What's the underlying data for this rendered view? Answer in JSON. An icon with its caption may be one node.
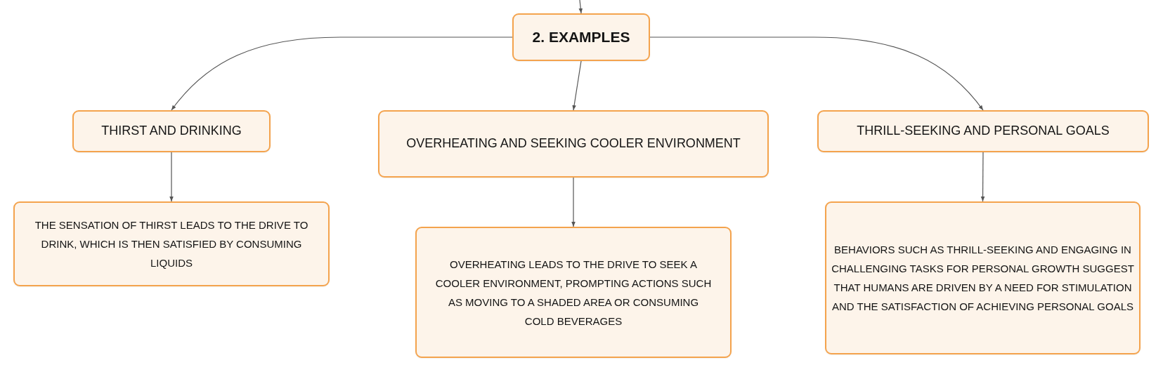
{
  "diagram": {
    "nodes": [
      {
        "text": [
          "2. EXAMPLES"
        ]
      },
      {
        "text": [
          "THIRST AND DRINKING"
        ]
      },
      {
        "text": [
          "OVERHEATING AND SEEKING COOLER ENVIRONMENT"
        ]
      },
      {
        "text": [
          "THRILL-SEEKING AND PERSONAL GOALS"
        ]
      },
      {
        "text": [
          "THE SENSATION OF THIRST LEADS TO THE DRIVE TO DRINK, WHICH IS THEN SATISFIED BY CONSUMING LIQUIDS"
        ]
      },
      {
        "text": [
          "OVERHEATING LEADS TO THE DRIVE TO SEEK A COOLER ENVIRONMENT, PROMPTING ACTIONS SUCH AS MOVING TO A SHADED AREA OR CONSUMING COLD BEVERAGES"
        ]
      },
      {
        "text": [
          "BEHAVIORS SUCH AS THRILL-SEEKING AND ENGAGING IN CHALLENGING TASKS FOR PERSONAL GROWTH SUGGEST THAT HUMANS ARE DRIVEN BY A NEED FOR STIMULATION AND THE SATISFACTION OF ACHIEVING PERSONAL GOALS"
        ]
      }
    ],
    "edges": [
      {
        "from": null,
        "to": 0,
        "arrow": "to"
      },
      {
        "from": 0,
        "to": 1,
        "arrow": "to"
      },
      {
        "from": 0,
        "to": 2,
        "arrow": "to"
      },
      {
        "from": 0,
        "to": 3,
        "arrow": "to"
      },
      {
        "from": 1,
        "to": 4,
        "arrow": "to"
      },
      {
        "from": 2,
        "to": 5,
        "arrow": "to"
      },
      {
        "from": 3,
        "to": 6,
        "arrow": "to"
      }
    ]
  }
}
